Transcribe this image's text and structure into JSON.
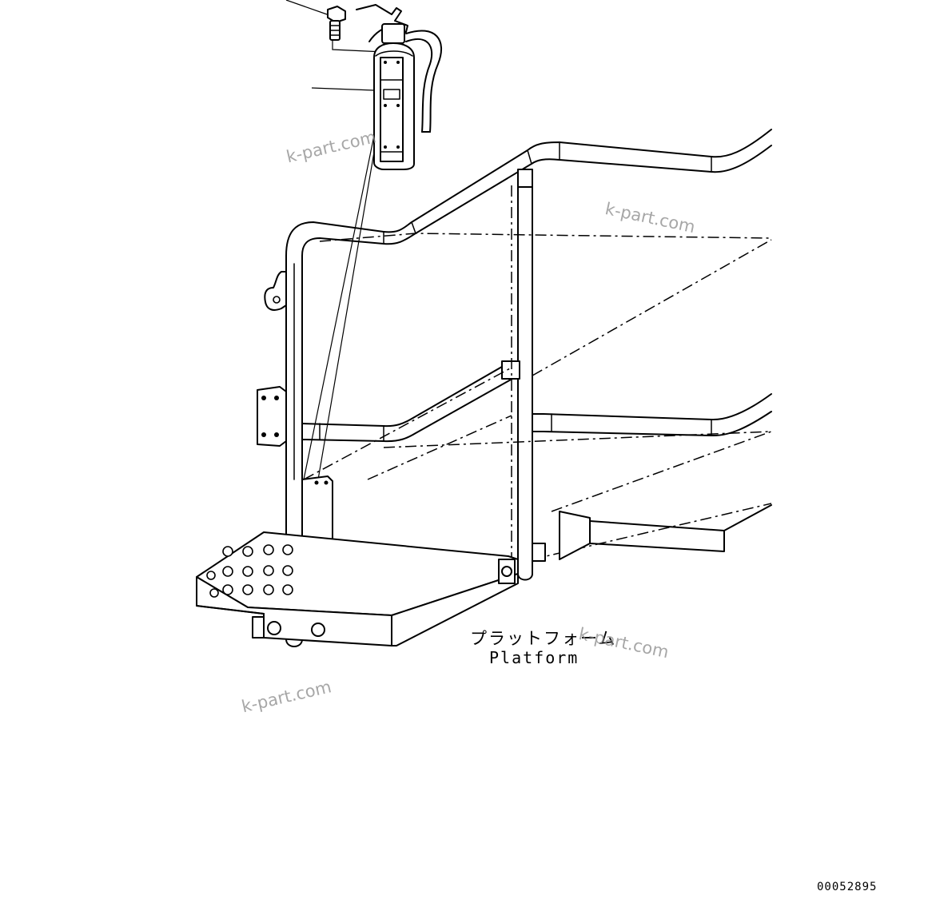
{
  "figure": {
    "platform_label_jp": "プラットフォーム",
    "platform_label_en": "Platform",
    "drawing_number": "00052895"
  },
  "watermarks": [
    "k-part.com",
    "k-part.com",
    "k-part.com",
    "k-part.com"
  ]
}
